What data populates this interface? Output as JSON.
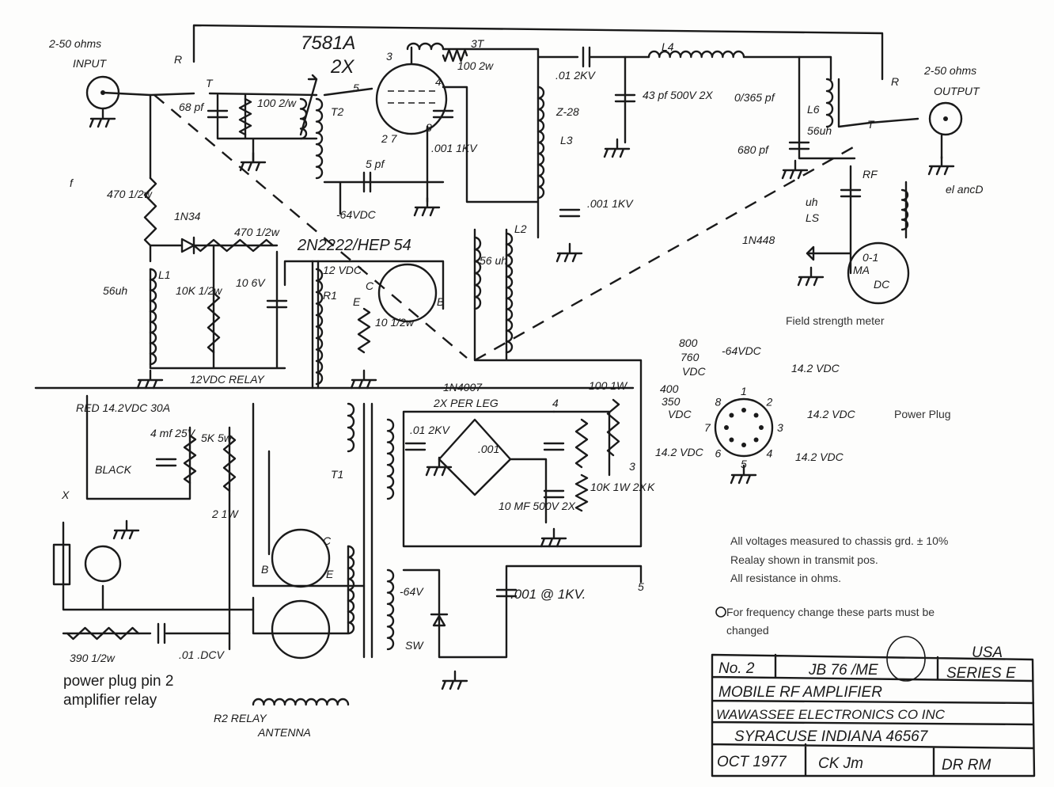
{
  "input": {
    "impedance": "2-50 ohms",
    "label": "INPUT",
    "relay_r": "R",
    "relay_t": "T",
    "cap": "68 pf",
    "res": "100 2/w"
  },
  "tube": {
    "type": "7581A",
    "qty": "2X",
    "coil": "3T",
    "res": "100 2w",
    "pin3": "3",
    "pin5": "5",
    "pin4": "4",
    "pin2_7": "2  7",
    "pin8": "8",
    "cap_b": ".001 1KV",
    "cap_fb": "5 pf",
    "bias": "-64VDC",
    "t2": "T2"
  },
  "output_net": {
    "c1": ".01 2KV",
    "l4": "L4",
    "c2": "43 pf 500V 2X",
    "z": "Z-28",
    "l3": "L3",
    "var": "0/365 pf",
    "l6": "L6",
    "l6v": "56uh",
    "c3": "680 pf",
    "c4": ".001 1KV",
    "relay_r": "R",
    "relay_t": "T",
    "impedance": "2-50 ohms",
    "label": "OUTPUT"
  },
  "meter": {
    "uh": "uh",
    "ls": "LS",
    "rf": "RF",
    "diode": "1N448",
    "ant": "el ancD",
    "m1": "0-1",
    "m2": "MA",
    "m3": "DC",
    "caption": "Field strength meter"
  },
  "control": {
    "f": "f",
    "r1": "470 1/2w",
    "d1": "1N34",
    "r2": "470 1/2w",
    "q": "2N2222/HEP 54",
    "l1": "L1",
    "l1v": "56uh",
    "r3": "10K 1/2w",
    "c1": "10 6V",
    "v12": "12 VDC",
    "c": "C",
    "e": "E",
    "b": "B",
    "relay": "R1",
    "r4": "10 1/2w",
    "relay_label": "12VDC RELAY",
    "l2": "L2",
    "l2v": "56 uh"
  },
  "psu": {
    "diodes": "1N4007",
    "per_leg": "2X PER LEG",
    "n4": "4",
    "r100": "100 1W",
    "c01": ".01 2KV",
    "c001": ".001",
    "caps": "10 MF 500V 2X",
    "r10k": "10K 1W 2X",
    "k": "K",
    "n3": "3",
    "n5": "5",
    "source": "RED 14.2VDC 30A",
    "black": "BLACK",
    "x": "X",
    "cap2": "4 mf 25V",
    "r5k": "5K 5w",
    "r2": "2 1W",
    "t1": "T1",
    "b": "B",
    "c": "C",
    "e": "E",
    "neg": "-64V",
    "sw": "SW",
    "c_hv": ".001 @ 1KV.",
    "r390": "390 1/2w",
    "c_01": ".01 .DCV",
    "plug_note_1": "power plug pin 2",
    "plug_note_2": "amplifier relay",
    "r2_relay": "R2 RELAY",
    "antenna": "ANTENNA"
  },
  "power_plug": {
    "title": "Power Plug",
    "v800": "800",
    "v760": "760",
    "vdc1": "VDC",
    "v64": "-64VDC",
    "v400": "400",
    "v350": "350",
    "vdc2": "VDC",
    "p1": "14.2 VDC",
    "p2": "14.2 VDC",
    "p3": "14.2 VDC",
    "p4": "14.2 VDC",
    "pins": [
      "1",
      "2",
      "3",
      "4",
      "5",
      "6",
      "7",
      "8"
    ]
  },
  "notes": {
    "line1": "All voltages measured to chassis grd. ± 10%",
    "line2": "Realay shown in transmit pos.",
    "line3": "All resistance in ohms.",
    "line4": "For frequency change these parts must be",
    "line5": "changed"
  },
  "title_block": {
    "country": "USA",
    "number": "No. 2",
    "model": "JB 76 /ME",
    "series": "SERIES E",
    "title": "MOBILE RF AMPLIFIER",
    "company": "WAWASSEE ELECTRONICS CO INC",
    "address": "SYRACUSE INDIANA 46567",
    "date": "OCT 1977",
    "ck": "CK Jm",
    "dr": "DR RM"
  }
}
